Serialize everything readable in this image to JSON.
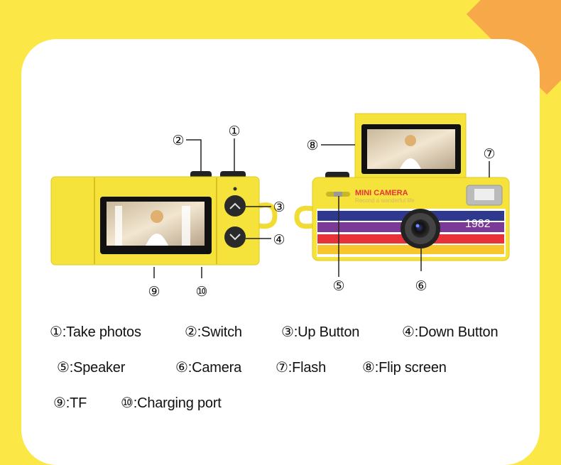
{
  "camera_front": {
    "brand": "MINI CAMERA",
    "slogan": "Recond a wanderful life",
    "year": "1982"
  },
  "callouts": [
    "①",
    "②",
    "③",
    "④",
    "⑤",
    "⑥",
    "⑦",
    "⑧",
    "⑨",
    "⑩"
  ],
  "legend": [
    "①:Take photos",
    "②:Switch",
    "③:Up Button",
    "④:Down Button",
    "⑤:Speaker",
    "⑥:Camera",
    "⑦:Flash",
    "⑧:Flip screen",
    "⑨:TF",
    "⑩:Charging port"
  ],
  "colors": {
    "background": "#fbe745",
    "body": "#f5e23a",
    "stripe_blue": "#2f3a8f",
    "stripe_purple": "#7b3a96",
    "stripe_red": "#e8323a",
    "stripe_yellow": "#f7c62d",
    "brand": "#e8323a"
  }
}
